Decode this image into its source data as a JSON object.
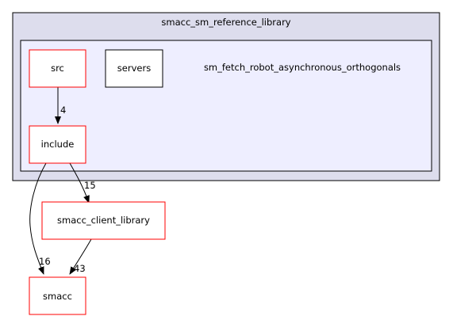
{
  "outer_cluster": {
    "label": "smacc_sm_reference_library",
    "fill": "#dddded",
    "stroke": "#000000"
  },
  "inner_cluster": {
    "label": "sm_fetch_robot_asynchronous_orthogonals",
    "fill": "#eeeeff",
    "stroke": "#000000"
  },
  "nodes": {
    "src": "src",
    "servers": "servers",
    "include": "include",
    "smacc_client_library": "smacc_client_library",
    "smacc": "smacc"
  },
  "edges": {
    "src_include": "4",
    "include_smacc_client_library": "15",
    "include_smacc": "16",
    "smacc_client_library_smacc": "43"
  },
  "colors": {
    "dep_border": "#ff0000",
    "plain_border": "#000000",
    "edge": "#000000"
  }
}
